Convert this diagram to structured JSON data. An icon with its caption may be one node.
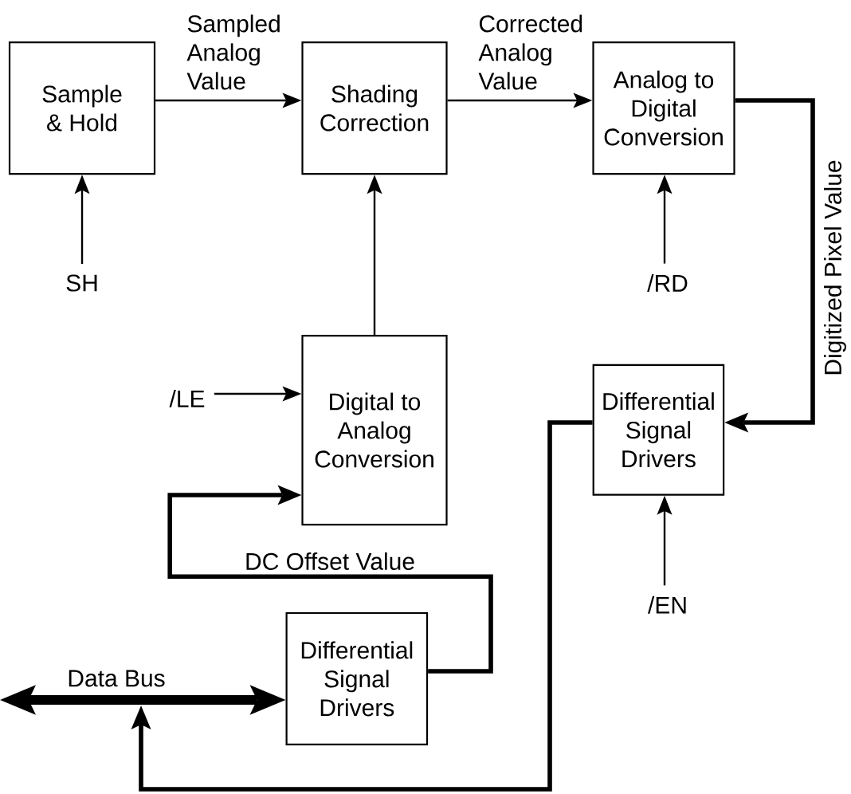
{
  "diagram": {
    "nodes": [
      {
        "text": [
          "Sample & Hold"
        ]
      },
      {
        "text": [
          "Shading Correction"
        ]
      },
      {
        "text": [
          "Analog to Digital Conversion"
        ]
      },
      {
        "text": [
          "SH"
        ]
      },
      {
        "text": [
          "/RD"
        ]
      },
      {
        "text": [
          "Digital to Analog Conversion"
        ]
      },
      {
        "text": [
          "/LE"
        ]
      },
      {
        "text": [
          "Differential Signal Drivers"
        ]
      },
      {
        "text": [
          "/EN"
        ]
      },
      {
        "text": [
          "Differential Signal Drivers"
        ]
      }
    ],
    "edges": [
      {
        "from": 0,
        "to": 1,
        "arrow": "to",
        "label": "Sampled Analog Value"
      },
      {
        "from": 1,
        "to": 2,
        "arrow": "to",
        "label": "Corrected Analog Value"
      },
      {
        "from": 2,
        "to": 7,
        "arrow": "to",
        "label": "Digitized Pixel Value",
        "style": "thick"
      },
      {
        "from": 3,
        "to": 0,
        "arrow": "to"
      },
      {
        "from": 5,
        "to": 1,
        "arrow": "to"
      },
      {
        "from": 4,
        "to": 2,
        "arrow": "to"
      },
      {
        "from": 6,
        "to": 5,
        "arrow": "to"
      },
      {
        "from": 9,
        "to": 5,
        "arrow": "to",
        "label": "DC Offset Value",
        "style": "thick"
      },
      {
        "from": 8,
        "to": 7,
        "arrow": "to"
      },
      {
        "from": 7,
        "to": null,
        "arrow": "to",
        "style": "thick"
      },
      {
        "from": null,
        "to": 9,
        "arrow": "both",
        "label": "Data Bus",
        "style": "thick"
      }
    ]
  }
}
